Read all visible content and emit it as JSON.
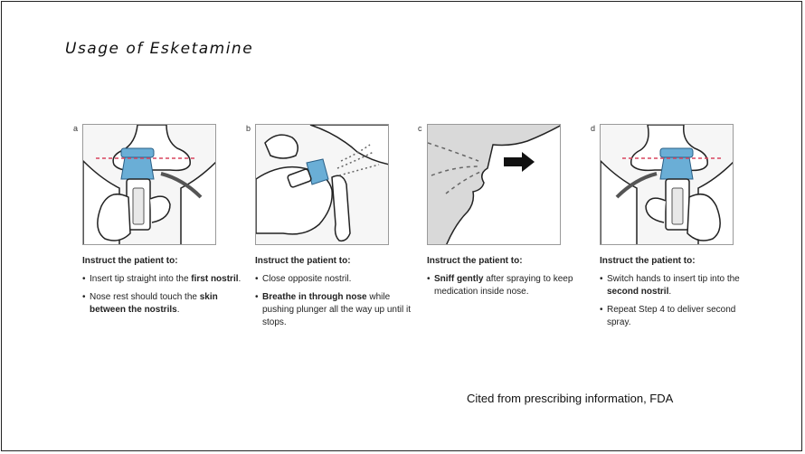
{
  "title": "Usage of Esketamine",
  "panels": [
    {
      "letter": "a",
      "heading": "Instruct the patient to:",
      "bullets": [
        {
          "pre": "Insert tip straight into the ",
          "bold": "first nostril",
          "post": "."
        },
        {
          "pre": "Nose rest should touch the ",
          "bold": "skin between the nostrils",
          "post": "."
        }
      ]
    },
    {
      "letter": "b",
      "heading": "Instruct the patient to:",
      "bullets": [
        {
          "pre": "Close opposite nostril.",
          "bold": "",
          "post": ""
        },
        {
          "pre": "",
          "bold": "Breathe in through nose",
          "post": " while pushing plunger all the way up until it stops."
        }
      ]
    },
    {
      "letter": "c",
      "heading": "Instruct the patient to:",
      "bullets": [
        {
          "pre": "",
          "bold": "Sniff gently",
          "post": " after spraying to keep medication inside nose."
        }
      ]
    },
    {
      "letter": "d",
      "heading": "Instruct the patient to:",
      "bullets": [
        {
          "pre": "Switch hands to insert tip into the ",
          "bold": "second nostril",
          "post": "."
        },
        {
          "pre": "Repeat Step 4 to deliver second spray.",
          "bold": "",
          "post": ""
        }
      ]
    }
  ],
  "citation": "Cited from prescribing information, FDA",
  "colors": {
    "device_blue": "#6aaed6",
    "device_dark": "#2a5f86",
    "guide_line": "#d9455f",
    "skin": "#ffffff",
    "shade": "#c9c9c9"
  }
}
